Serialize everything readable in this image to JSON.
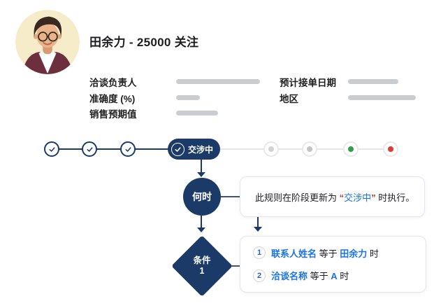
{
  "contact_card": {
    "title": "田余力 - 25000 关注",
    "fields_left": [
      {
        "label": "洽谈负责人"
      },
      {
        "label": "准确度 (%)"
      },
      {
        "label": "销售预期值"
      }
    ],
    "fields_right": [
      {
        "label": "预计接单日期"
      },
      {
        "label": "地区"
      }
    ]
  },
  "stepper": {
    "completed_steps": 3,
    "active_label": "交涉中",
    "upcoming_dots": [
      "gray",
      "gray",
      "green",
      "red"
    ]
  },
  "flow": {
    "when_node_label": "何时",
    "rule": {
      "pre": "此规则在阶段更新为 ",
      "quote_open": "“",
      "stage": "交涉中",
      "quote_close": "”",
      "post": " 时执行。"
    },
    "condition_node": {
      "line1": "条件",
      "line2": "1"
    },
    "conditions": [
      {
        "num": "1",
        "field": "联系人姓名",
        "op": " 等于 ",
        "value": "田余力",
        "suffix": " 时"
      },
      {
        "num": "2",
        "field": "洽谈名称",
        "op": " 等于 ",
        "value": "A",
        "suffix": " 时"
      }
    ]
  },
  "colors": {
    "navy": "#1c3a67",
    "link_blue": "#1a73e8",
    "quote_red": "#a8322d",
    "green_dot": "#2f9e4f",
    "red_dot": "#e03c31",
    "placeholder_gray": "#c9cdd1",
    "avatar_bg": "#f7ecc9"
  }
}
